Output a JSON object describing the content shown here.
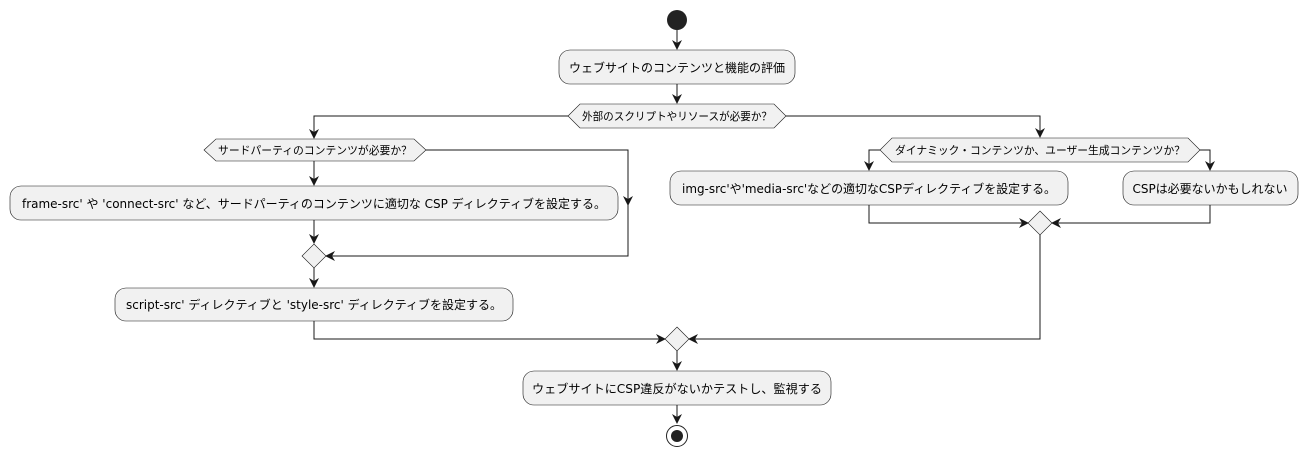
{
  "diagram": {
    "type": "activity",
    "activities": {
      "evaluate": "ウェブサイトのコンテンツと機能の評価",
      "frame_src": "frame-src' や 'connect-src' など、サードパーティのコンテンツに適切な CSP ディレクティブを設定する。",
      "script_src": "script-src' ディレクティブと 'style-src' ディレクティブを設定する。",
      "img_src": "img-src'や'media-src'などの適切なCSPディレクティブを設定する。",
      "no_csp": "CSPは必要ないかもしれない",
      "test": "ウェブサイトにCSP違反がないかテストし、監視する"
    },
    "decisions": {
      "external": "外部のスクリプトやリソースが必要か？",
      "third_party": "サードパーティのコンテンツが必要か？",
      "dynamic": "ダイナミック・コンテンツか、ユーザー生成コンテンツか？"
    },
    "colors": {
      "node_fill": "#f1f1f1",
      "node_stroke": "#181818",
      "start_end": "#222222"
    }
  }
}
